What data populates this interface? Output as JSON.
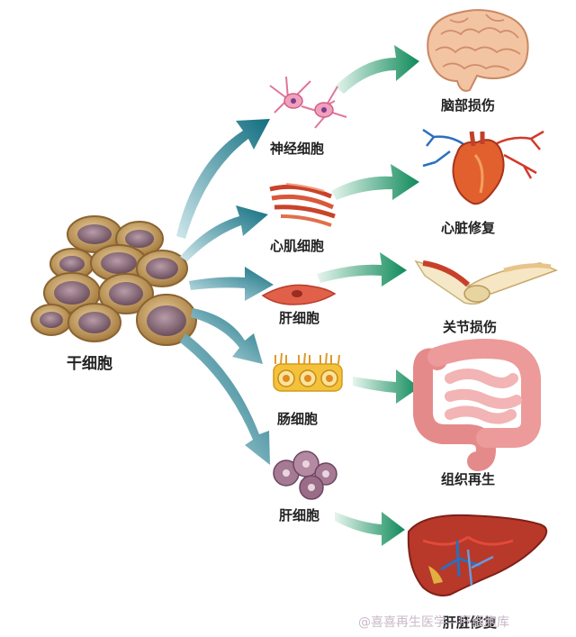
{
  "source": {
    "label": "干细胞"
  },
  "cells": [
    {
      "id": "neuron",
      "label": "神经细胞"
    },
    {
      "id": "muscle",
      "label": "心肌细胞"
    },
    {
      "id": "liver1",
      "label": "肝细胞"
    },
    {
      "id": "intestine",
      "label": "肠细胞"
    },
    {
      "id": "liver2",
      "label": "肝细胞"
    }
  ],
  "outcomes": [
    {
      "id": "brain",
      "label": "脑部损伤"
    },
    {
      "id": "heart",
      "label": "心脏修复"
    },
    {
      "id": "joint",
      "label": "关节损伤"
    },
    {
      "id": "tissue",
      "label": "组织再生"
    },
    {
      "id": "liver",
      "label": "肝脏修复"
    }
  ],
  "watermark": "@喜喜再生医学—肝细胞库",
  "colors": {
    "stem_cell": "#c8a46a",
    "arrow_teal": "#1f7f8a",
    "arrow_green": "#1a9a6a"
  }
}
